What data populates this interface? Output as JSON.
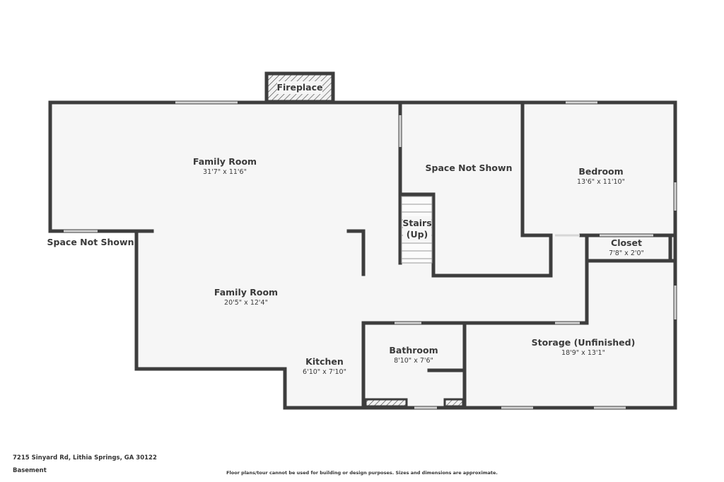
{
  "plan": {
    "rooms": {
      "family_room_upper": {
        "name": "Family Room",
        "dims": "31'7\" x 11'6\""
      },
      "family_room_lower": {
        "name": "Family Room",
        "dims": "20'5\" x 12'4\""
      },
      "space_not_shown_center": {
        "name": "Space Not Shown"
      },
      "bedroom": {
        "name": "Bedroom",
        "dims": "13'6\" x 11'10\""
      },
      "closet": {
        "name": "Closet",
        "dims": "7'8\" x 2'0\""
      },
      "storage": {
        "name": "Storage (Unfinished)",
        "dims": "18'9\" x 13'1\""
      },
      "bathroom": {
        "name": "Bathroom",
        "dims": "8'10\" x 7'6\""
      },
      "kitchen": {
        "name": "Kitchen",
        "dims": "6'10\" x 7'10\""
      },
      "stairs": {
        "line1": "Stairs",
        "line2": "(Up)"
      },
      "fireplace": {
        "name": "Fireplace"
      }
    },
    "outside_label": "Space Not Shown"
  },
  "footer": {
    "address": "7215 Sinyard Rd, Lithia Springs, GA 30122",
    "level": "Basement",
    "disclaimer": "Floor plans/tour cannot be used for building or design purposes. Sizes and dimensions are approximate."
  },
  "colors": {
    "wall": "#3d3d3d",
    "floor": "#f6f6f6",
    "window": "#d4d4d4"
  }
}
